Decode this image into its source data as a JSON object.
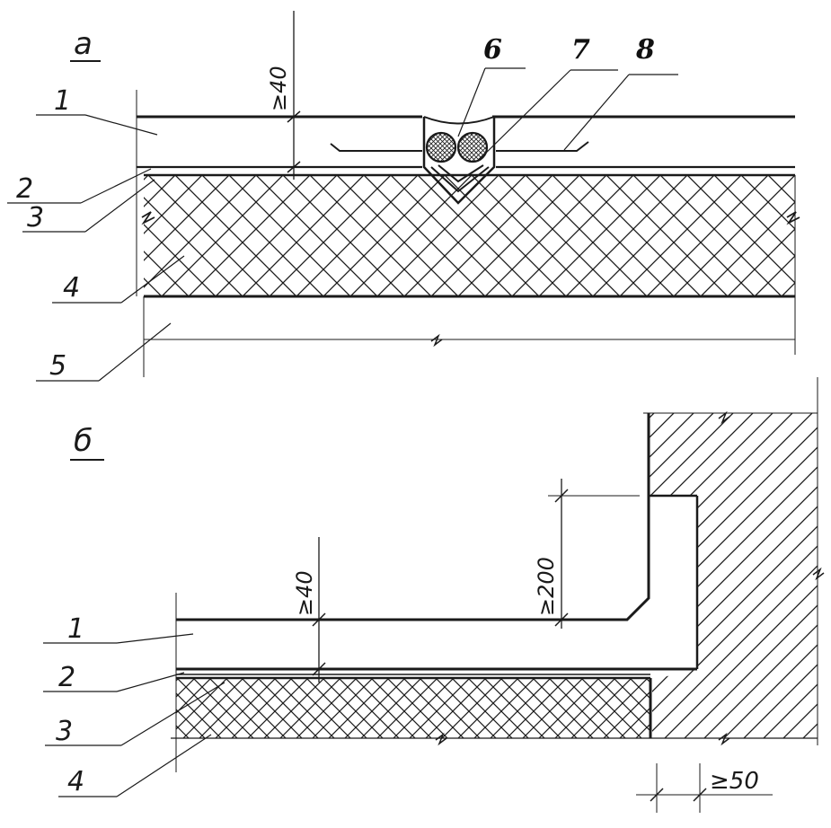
{
  "detail_a": {
    "title": "а",
    "layers": [
      "1",
      "2",
      "3",
      "4",
      "5"
    ],
    "callouts": [
      "6",
      "7",
      "8"
    ],
    "dim_thickness": "≥40"
  },
  "detail_b": {
    "title": "б",
    "layers": [
      "1",
      "2",
      "3",
      "4"
    ],
    "dim_thickness": "≥40",
    "dim_upturn": "≥200",
    "dim_offset": "≥50"
  }
}
